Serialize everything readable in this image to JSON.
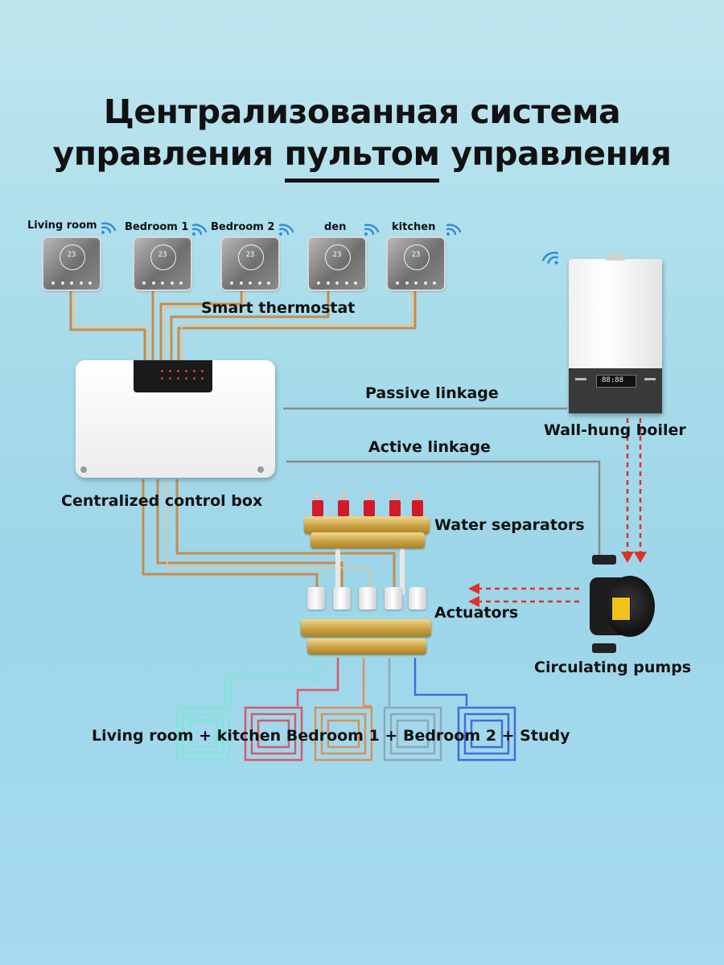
{
  "title": {
    "line1": "Централизованная система",
    "line2_before": "управления",
    "line2_underlined": "пультом",
    "line2_after": "управления"
  },
  "thermostats": [
    {
      "label": "Living room",
      "temp": "23"
    },
    {
      "label": "Bedroom 1",
      "temp": "23"
    },
    {
      "label": "Bedroom 2",
      "temp": "23"
    },
    {
      "label": "den",
      "temp": "23"
    },
    {
      "label": "kitchen",
      "temp": "23"
    }
  ],
  "labels": {
    "smart_thermostat": "Smart thermostat",
    "passive_linkage": "Passive linkage",
    "active_linkage": "Active linkage",
    "wall_hung_boiler": "Wall-hung boiler",
    "control_box": "Centralized control box",
    "water_separators": "Water separators",
    "actuators": "Actuators",
    "circulating_pumps": "Circulating pumps",
    "zones": "Living room + kitchen Bedroom 1 + Bedroom 2 + Study"
  },
  "colors": {
    "wire": "#e0a56a",
    "signal_line": "#8a8a8a",
    "flow_arrow": "#e0302a",
    "wifi": "#2f8fd8",
    "pipe_colors": [
      "#7fe6d6",
      "#d65a6a",
      "#d9915a",
      "#8fa7b6",
      "#3f6fd8"
    ]
  },
  "icons": [
    "wifi-icon",
    "thermostat-icon",
    "boiler-icon",
    "control-box-icon",
    "pump-icon",
    "valve-icon"
  ]
}
